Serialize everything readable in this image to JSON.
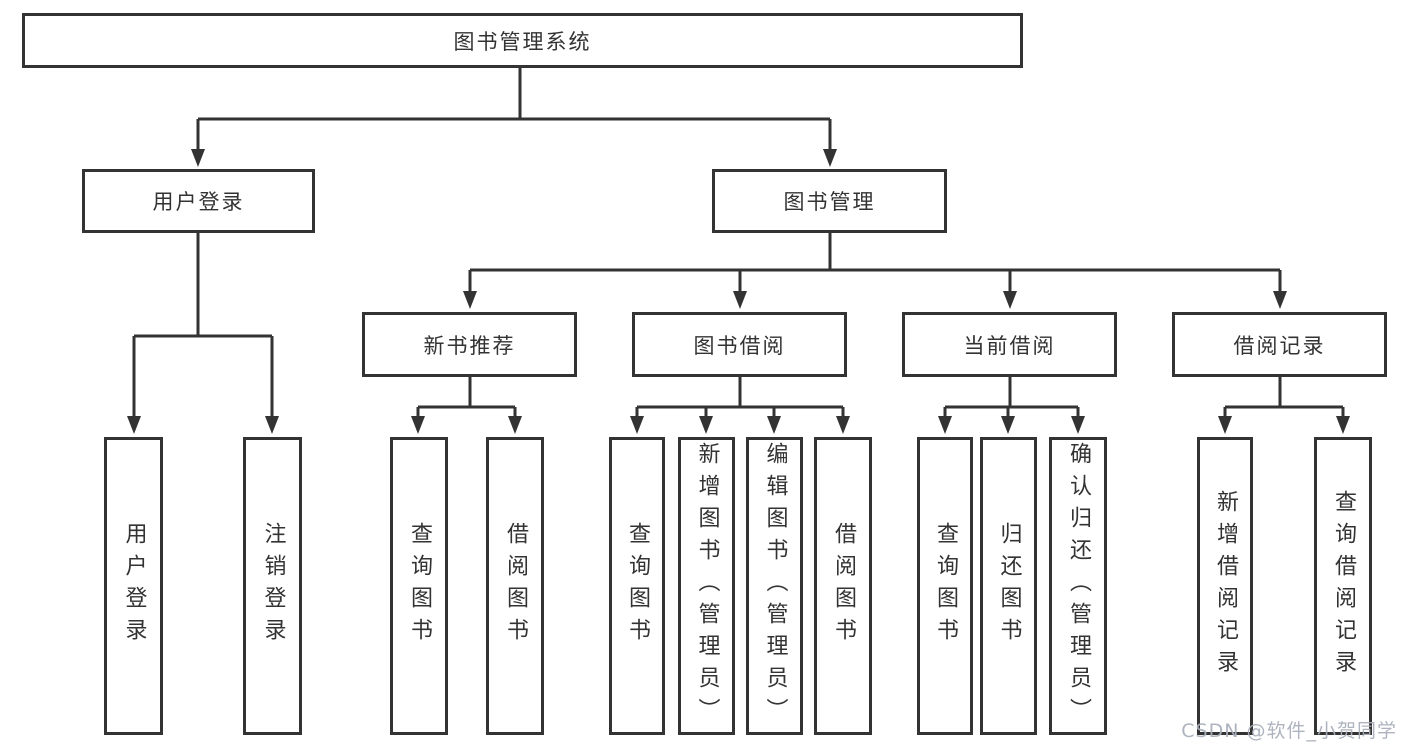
{
  "diagram_title": "图书管理系统",
  "colors": {
    "line": "#333333",
    "text": "#333333",
    "background": "#ffffff",
    "watermark": "#aab0bc"
  },
  "tree": {
    "root": {
      "label": "图书管理系统"
    },
    "user_login": {
      "label": "用户登录",
      "children": [
        {
          "label": "用户登录"
        },
        {
          "label": "注销登录"
        }
      ]
    },
    "book_management": {
      "label": "图书管理",
      "sections": {
        "new_book_recommend": {
          "label": "新书推荐",
          "children": [
            {
              "label": "查询图书"
            },
            {
              "label": "借阅图书"
            }
          ]
        },
        "book_borrow": {
          "label": "图书借阅",
          "children": [
            {
              "label": "查询图书"
            },
            {
              "label": "新增图书（管理员）"
            },
            {
              "label": "编辑图书（管理员）"
            },
            {
              "label": "借阅图书"
            }
          ]
        },
        "current_borrow": {
          "label": "当前借阅",
          "children": [
            {
              "label": "查询图书"
            },
            {
              "label": "归还图书"
            },
            {
              "label": "确认归还（管理员）"
            }
          ]
        },
        "borrow_records": {
          "label": "借阅记录",
          "children": [
            {
              "label": "新增借阅记录"
            },
            {
              "label": "查询借阅记录"
            }
          ]
        }
      }
    }
  },
  "watermark": "CSDN @软件_小贺同学"
}
